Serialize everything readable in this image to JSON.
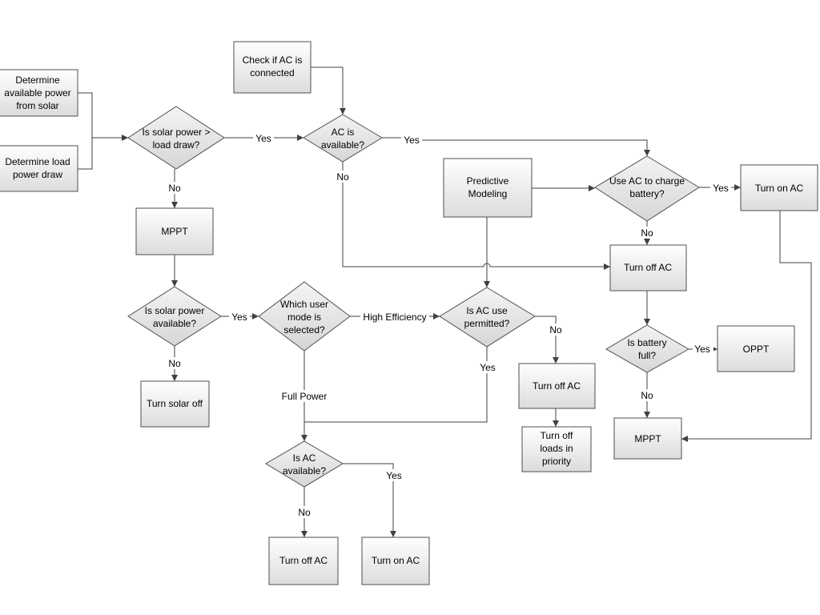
{
  "boxes": {
    "determine_solar": [
      "Determine",
      "available power",
      "from solar"
    ],
    "determine_load": [
      "Determine load",
      "power draw"
    ],
    "check_ac": [
      "Check if AC is",
      "connected"
    ],
    "predictive": [
      "Predictive",
      "Modeling"
    ],
    "mppt_left": [
      "MPPT"
    ],
    "turn_solar_off": [
      "Turn solar off"
    ],
    "turn_on_ac_right": [
      "Turn on AC"
    ],
    "turn_off_ac_mid": [
      "Turn off AC"
    ],
    "oppt": [
      "OPPT"
    ],
    "mppt_right": [
      "MPPT"
    ],
    "turn_off_ac_center": [
      "Turn off AC"
    ],
    "turn_off_loads": [
      "Turn off",
      "loads in",
      "priority"
    ],
    "turn_off_ac_bottom": [
      "Turn off AC"
    ],
    "turn_on_ac_bottom": [
      "Turn on AC"
    ]
  },
  "diamonds": {
    "solar_gt_load": [
      "Is solar power >",
      "load draw?"
    ],
    "ac_available_top": [
      "AC is",
      "available?"
    ],
    "use_ac_charge": [
      "Use AC to charge",
      "battery?"
    ],
    "solar_available": [
      "Is solar power",
      "available?"
    ],
    "user_mode": [
      "Which user",
      "mode is",
      "selected?"
    ],
    "ac_permitted": [
      "Is AC use",
      "permitted?"
    ],
    "battery_full": [
      "Is battery",
      "full?"
    ],
    "ac_available_bottom": [
      "Is AC",
      "available?"
    ]
  },
  "labels": {
    "yes": "Yes",
    "no": "No",
    "high_efficiency": "High Efficiency",
    "full_power": "Full Power"
  }
}
